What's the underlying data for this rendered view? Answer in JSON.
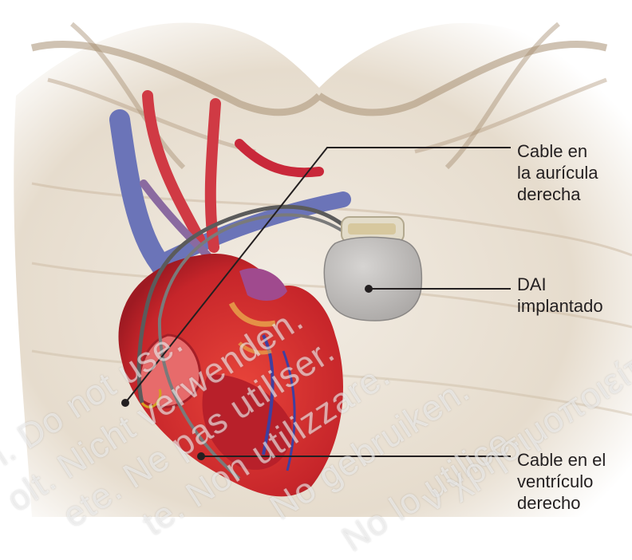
{
  "labels": {
    "atrial_lead": [
      "Cable en",
      "la aurícula",
      "derecha"
    ],
    "icd": [
      "DAI",
      "implantado"
    ],
    "ventricular_lead": [
      "Cable en el",
      "ventrículo",
      "derecho"
    ]
  },
  "watermark": [
    "n. Do not use.",
    "olt. Nicht verwenden.",
    "ete. Ne pas utiliser.",
    "te. Non utilizzare.",
    "No gebruiken.",
    "No lo utilice.",
    "ν χρησιμοποιείτε."
  ],
  "colors": {
    "label_text": "#231f20",
    "leader_line": "#231f20",
    "device": "#c9c7c5",
    "heart": "#d8342c",
    "vein": "#6b74b8",
    "artery": "#c9283a"
  }
}
